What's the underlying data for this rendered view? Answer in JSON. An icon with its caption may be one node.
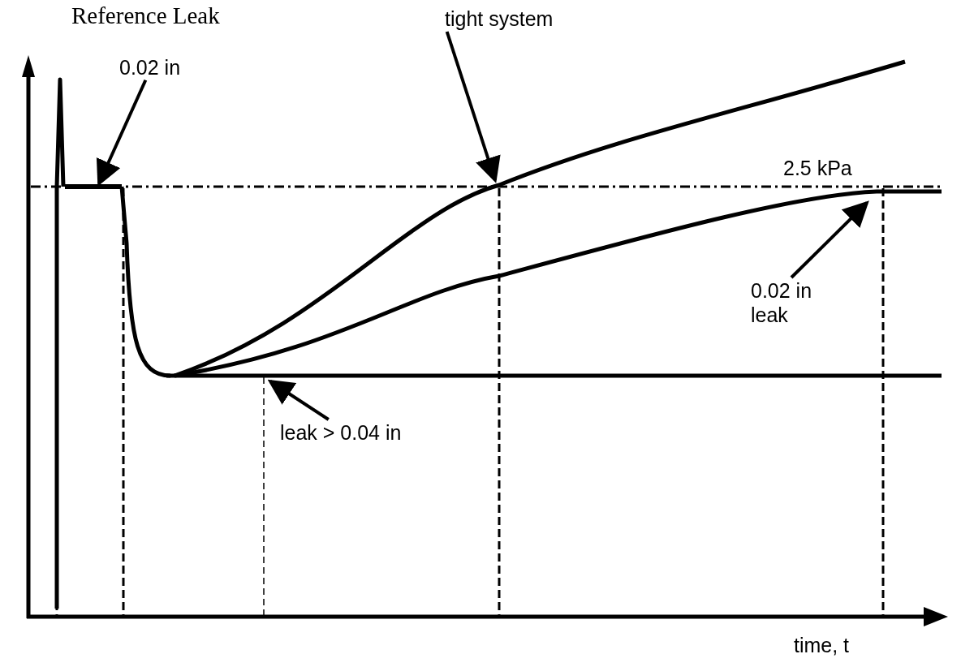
{
  "diagram": {
    "nodes": [
      {
        "text": [
          "Reference Leak",
          "0.02 in"
        ]
      },
      {
        "text": [
          "tight system"
        ]
      },
      {
        "text": [
          "0.02 in leak"
        ]
      },
      {
        "text": [
          "leak > 0.04 in"
        ]
      },
      {
        "text": [],
        "shape": "bar"
      }
    ],
    "edges": [
      {
        "from": 0,
        "to": 4,
        "arrow": "to"
      },
      {
        "from": 1,
        "to": null,
        "arrow": "to"
      },
      {
        "from": 2,
        "to": null,
        "arrow": "to"
      },
      {
        "from": 3,
        "to": null,
        "arrow": "to"
      }
    ],
    "labels": [
      "2.5 kPa",
      "time, t"
    ]
  }
}
